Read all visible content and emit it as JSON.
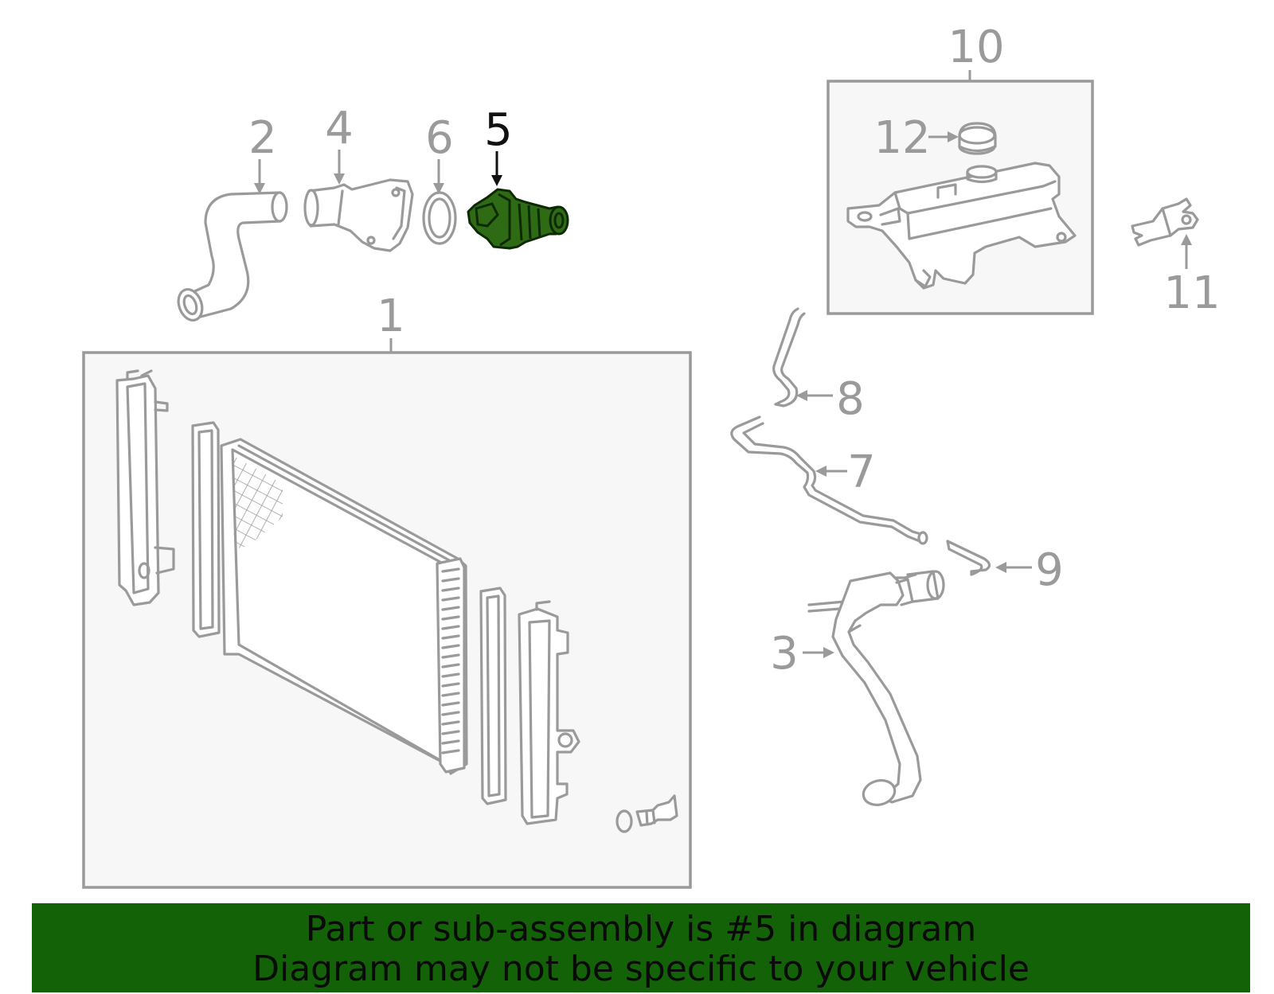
{
  "highlight_color": "#136207",
  "highlighted_part": "5",
  "callouts": [
    {
      "id": "p1",
      "label": "1"
    },
    {
      "id": "p2",
      "label": "2"
    },
    {
      "id": "p3",
      "label": "3"
    },
    {
      "id": "p4",
      "label": "4"
    },
    {
      "id": "p5",
      "label": "5"
    },
    {
      "id": "p6",
      "label": "6"
    },
    {
      "id": "p7",
      "label": "7"
    },
    {
      "id": "p8",
      "label": "8"
    },
    {
      "id": "p9",
      "label": "9"
    },
    {
      "id": "p10",
      "label": "10"
    },
    {
      "id": "p11",
      "label": "11"
    },
    {
      "id": "p12",
      "label": "12"
    }
  ],
  "banner": {
    "line1": "Part or sub-assembly is #5 in diagram",
    "line2": "Diagram may not be specific to your vehicle"
  }
}
